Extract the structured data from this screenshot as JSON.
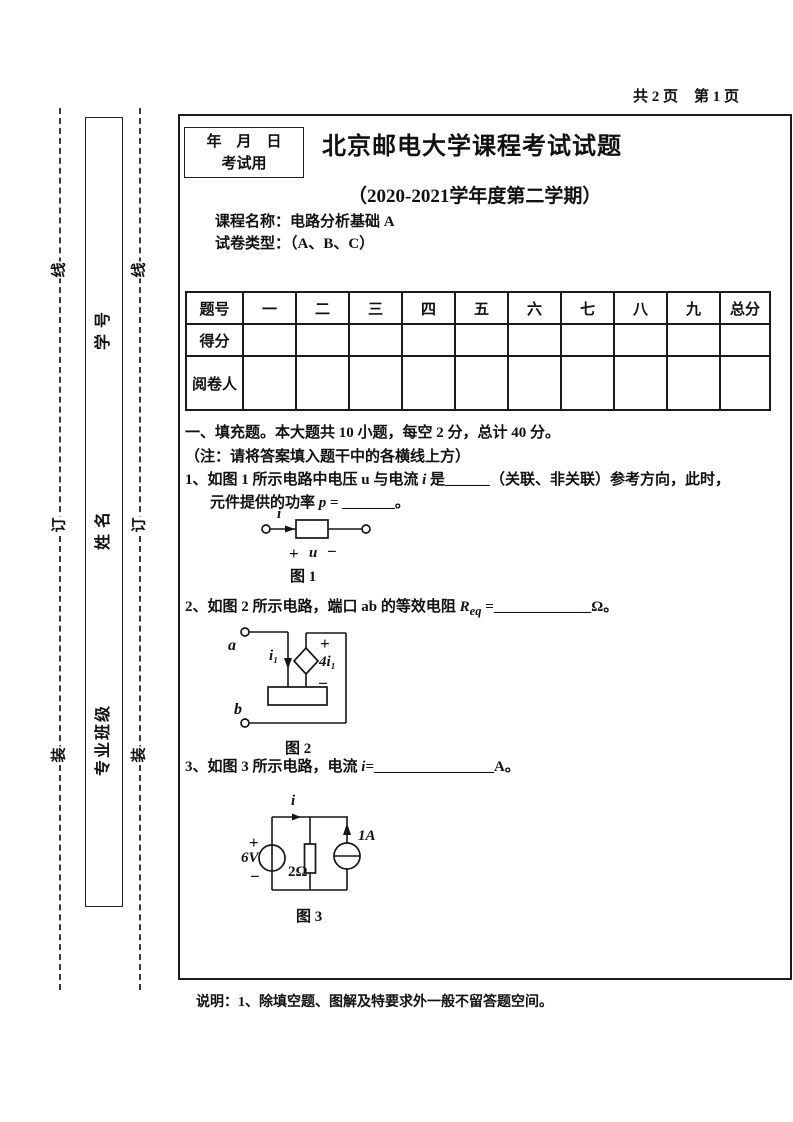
{
  "page_header": {
    "pages_total": "共 2 页",
    "page_current": "第 1 页"
  },
  "binding": {
    "thread": "线",
    "stitch": "订",
    "pack": "装",
    "student_id": "学号",
    "student_name": "姓名",
    "student_class": "专业班级"
  },
  "exam_header": {
    "date_line": "年　月　日",
    "date_use": "考试用",
    "title": "北京邮电大学课程考试试题",
    "term": "（2020-2021学年度第二学期）",
    "course": "课程名称：电路分析基础 A",
    "paper_type": "试卷类型：（A、B、C）"
  },
  "score_table": {
    "header": [
      "题号",
      "一",
      "二",
      "三",
      "四",
      "五",
      "六",
      "七",
      "八",
      "九",
      "总分"
    ],
    "row_labels": [
      "得分",
      "阅卷人"
    ]
  },
  "section1": {
    "heading": "一、填充题。本大题共 10 小题，每空 2 分，总计 40 分。",
    "note": "（注：请将答案填入题干中的各横线上方）"
  },
  "q1": {
    "no": "1、",
    "t1": "如图 1 所示电路中电压 u 与电流 ",
    "v1": "i",
    "t2": " 是",
    "blank1": "______",
    "t3": "（关联、非关联）参考方向，此时，",
    "l2t1": "元件提供的功率 ",
    "v2": "p",
    "l2t2": " = ",
    "blank2": "_______",
    "l2t3": "。"
  },
  "q2": {
    "no": "2、",
    "t1": "如图 2 所示电路，端口 ab 的等效电阻 ",
    "v": "R",
    "sub": "eq",
    "t2": " =",
    "blank": "_____________",
    "t3": "Ω。"
  },
  "q3": {
    "no": "3、",
    "t1": "如图 3 所示电路，电流 ",
    "v": "i",
    "t2": "=",
    "blank": "________________",
    "t3": "A。"
  },
  "fig1": {
    "i": "i",
    "plus": "+",
    "u": "u",
    "minus": "−",
    "caption": "图 1"
  },
  "fig2": {
    "a": "a",
    "b": "b",
    "i1": "i₁",
    "plus": "+",
    "src": "4i₁",
    "minus": "−",
    "caption": "图 2"
  },
  "fig3": {
    "i": "i",
    "plus": "+",
    "volt": "6V",
    "minus": "−",
    "res": "2Ω",
    "cur": "1A",
    "caption": "图 3"
  },
  "footer": {
    "note": "说明：1、除填空题、图解及特要求外一般不留答题空间。"
  }
}
